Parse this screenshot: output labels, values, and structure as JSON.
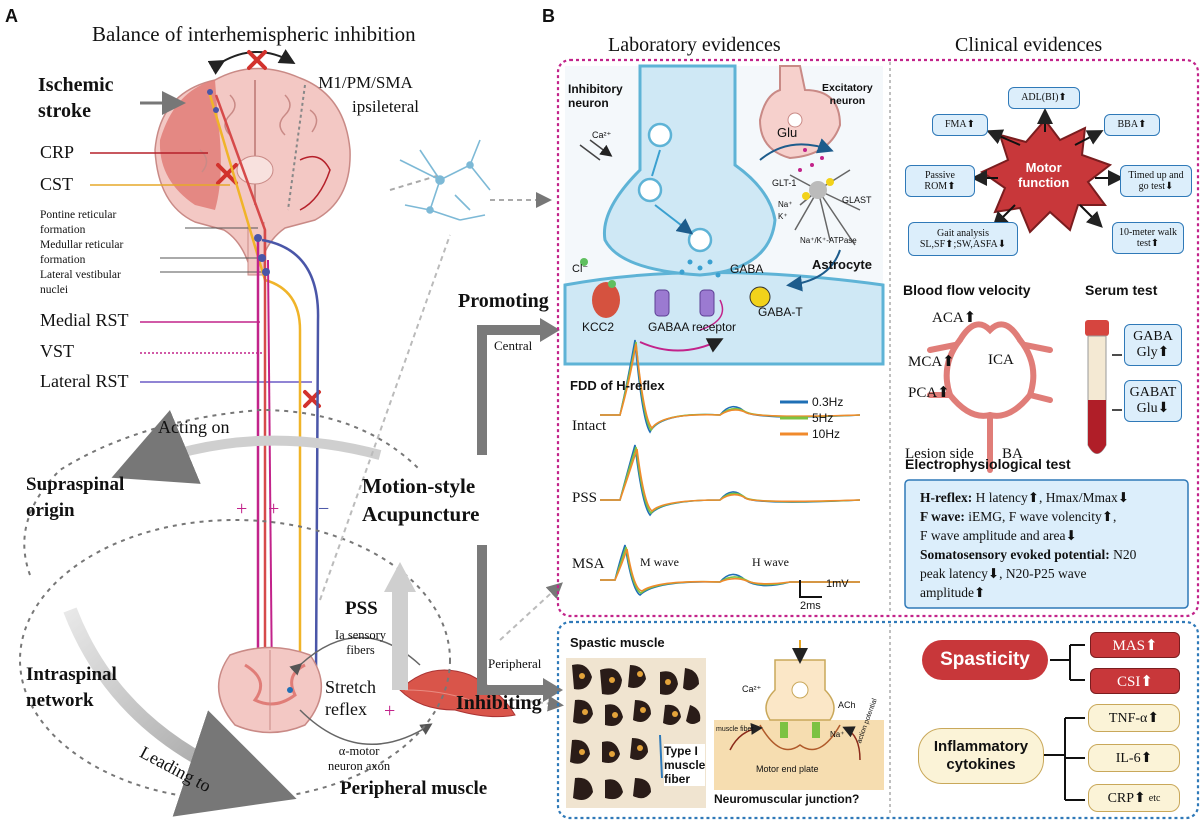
{
  "panelA": {
    "letter": "A",
    "title": "Balance of interhemispheric inhibition",
    "ischemic_stroke": [
      "Ischemic",
      "stroke"
    ],
    "m1_label": [
      "M1/PM/SMA",
      "ipsileteral"
    ],
    "tracts": [
      "CRP",
      "CST"
    ],
    "reticular": [
      "Pontine reticular",
      "formation",
      "Medullar reticular",
      "formation",
      "Lateral vestibular",
      "nuclei"
    ],
    "rst": [
      "Medial RST",
      "VST",
      "Lateral RST"
    ],
    "acting_on": "Acting on",
    "supraspinal": [
      "Supraspinal",
      "origin"
    ],
    "intraspinal": [
      "Intraspinal",
      "network"
    ],
    "leading_to": "Leading to",
    "msa": [
      "Motion-style",
      "Acupuncture"
    ],
    "pss": "PSS",
    "ia": [
      "Ia sensory",
      "fibers"
    ],
    "stretch": [
      "Stretch",
      "reflex"
    ],
    "alpha": [
      "α-motor",
      "neuron axon"
    ],
    "peripheral_muscle": "Peripheral muscle",
    "promoting": "Promoting",
    "central": "Central",
    "peripheral": "Peripheral",
    "inhibiting": "Inhibiting",
    "plus": "+",
    "minus": "−"
  },
  "panelB": {
    "letter": "B",
    "lab_title": "Laboratory evidences",
    "clin_title": "Clinical evidences",
    "synapse": {
      "inhibitory": [
        "Inhibitory",
        "neuron"
      ],
      "excitatory": [
        "Excitatory",
        "neuron"
      ],
      "ca": "Ca²⁺",
      "glu": "Glu",
      "glt": "GLT-1",
      "glast": "GLAST",
      "na": "Na⁺",
      "k": "K⁺",
      "atpase": "Na⁺/K⁺-ATPase",
      "cl": "Cl⁻",
      "gaba": "GABA",
      "astrocyte": "Astrocyte",
      "kcc2": "KCC2",
      "gaba_a": "GABAA receptor",
      "gaba_t": "GABA-T"
    },
    "fdd": {
      "title": "FDD of H-reflex",
      "legend": [
        {
          "label": "0.3Hz",
          "color": "#1f6fb5"
        },
        {
          "label": "5Hz",
          "color": "#7cc242"
        },
        {
          "label": "10Hz",
          "color": "#f08a2c"
        }
      ],
      "rows": [
        "Intact",
        "PSS",
        "MSA"
      ],
      "m_wave": "M wave",
      "h_wave": "H wave",
      "scale_v": "1mV",
      "scale_t": "2ms"
    },
    "motor": {
      "center": [
        "Motor",
        "function"
      ],
      "boxes": [
        "ADL(BI)⬆",
        "FMA⬆",
        "BBA⬆",
        "Passive ROM⬆",
        "Timed up and go test⬇",
        "Gait analysis SL,SF⬆;SW,ASFA⬇",
        "10-meter walk test⬆"
      ]
    },
    "blood": {
      "title": "Blood flow velocity",
      "aca": "ACA⬆",
      "mca": "MCA⬆",
      "ica": "ICA",
      "pca": "PCA⬆",
      "lesion": "Lesion side",
      "ba": "BA"
    },
    "serum": {
      "title": "Serum test",
      "box1": [
        "GABA",
        "Gly⬆"
      ],
      "box2": [
        "GABAT",
        "Glu⬇"
      ]
    },
    "electro": {
      "title": "Electrophysiological test",
      "lines": [
        {
          "b": "H-reflex:",
          "t": " H latency⬆, Hmax/Mmax⬇"
        },
        {
          "b": "F wave:",
          "t": " iEMG, F wave volencity⬆,"
        },
        {
          "b": "",
          "t": "F wave amplitude and area⬇"
        },
        {
          "b": "Somatosensory evoked potential:",
          "t": " N20"
        },
        {
          "b": "",
          "t": "peak latency⬇, N20-P25 wave"
        },
        {
          "b": "",
          "t": "amplitude⬆"
        }
      ]
    },
    "spastic": {
      "title": "Spastic muscle",
      "type1": [
        "Type I",
        "muscle",
        "fiber"
      ],
      "ca": "Ca²⁺",
      "ach": "ACh",
      "muscle_fiber": "muscle fiber",
      "na": "Na⁺",
      "action_potential": "action potential",
      "motor_end_plate": "Motor end plate",
      "nmj": "Neuromuscular junction?"
    },
    "spasticity": "Spasticity",
    "mas": "MAS⬆",
    "csi": "CSI⬆",
    "inflam": [
      "Inflammatory",
      "cytokines"
    ],
    "tnf": "TNF-α⬆",
    "il6": "IL-6⬆",
    "crp": "CRP⬆",
    "etc": "etc"
  },
  "colors": {
    "magenta": "#c2238a",
    "blue_dot": "#1f6fb5",
    "red": "#c8373a",
    "brain": "#f3c8c4",
    "lesion": "#e07d78"
  }
}
